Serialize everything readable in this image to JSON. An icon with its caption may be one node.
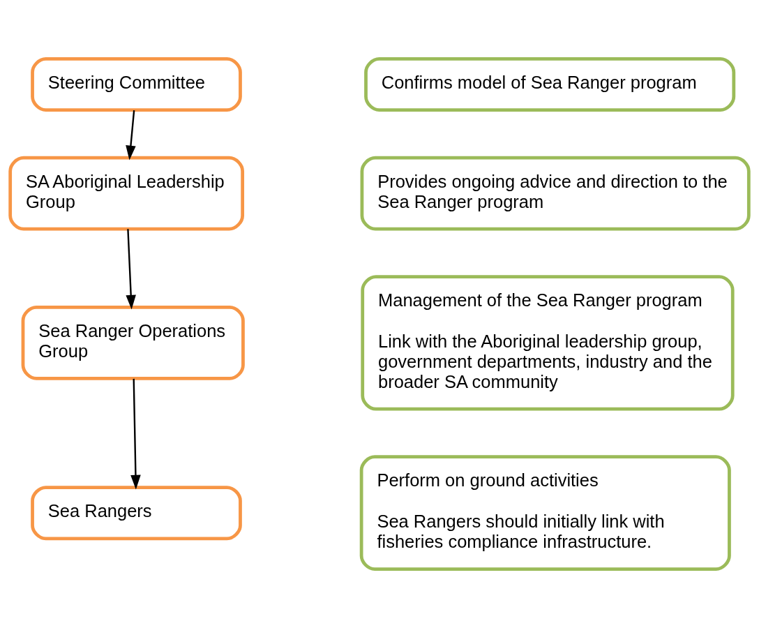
{
  "diagram": {
    "nodes": [
      {
        "text": [
          "Steering Committee"
        ]
      },
      {
        "text": [
          "Confirms model of Sea Ranger program"
        ]
      },
      {
        "text": [
          "SA Aboriginal Leadership Group"
        ]
      },
      {
        "text": [
          "Provides ongoing advice and direction to the Sea Ranger program"
        ]
      },
      {
        "text": [
          "Sea Ranger Operations Group"
        ]
      },
      {
        "text": [
          "Management of the Sea Ranger program",
          "Link with the Aboriginal leadership group, government departments, industry and the broader SA community"
        ]
      },
      {
        "text": [
          "Sea Rangers"
        ]
      },
      {
        "text": [
          "Perform on ground activities",
          "Sea Rangers should initially link with fisheries compliance infrastructure."
        ]
      }
    ],
    "edges": [
      {
        "from": 0,
        "to": 2,
        "arrow": "to"
      },
      {
        "from": 2,
        "to": 4,
        "arrow": "to"
      },
      {
        "from": 4,
        "to": 6,
        "arrow": "to"
      }
    ]
  }
}
